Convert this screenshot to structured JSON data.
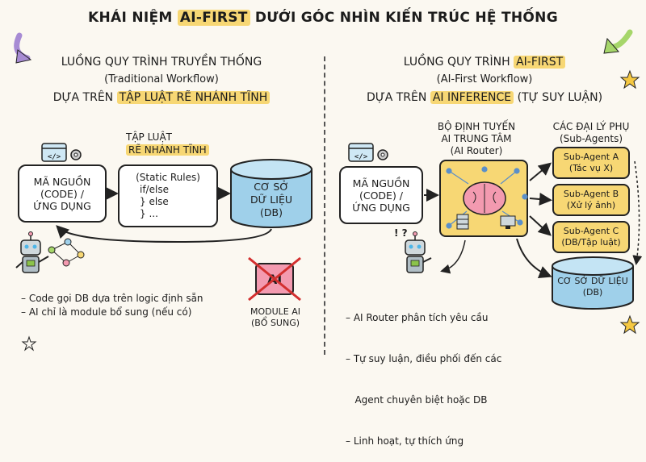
{
  "title": {
    "before": "KHÁI NIỆM ",
    "highlight": "AI-FIRST",
    "after": " DƯỚI GÓC NHÌN KIẾN TRÚC HỆ THỐNG"
  },
  "left": {
    "heading1": "LUỒNG QUY TRÌNH TRUYỀN THỐNG",
    "heading2": "(Traditional Workflow)",
    "heading3_before": "DỰA TRÊN ",
    "heading3_highlight": "TẬP LUẬT RẼ NHÁNH TĨNH",
    "code_box": [
      "MÃ NGUỒN",
      "(CODE) /",
      "ỨNG DỤNG"
    ],
    "rules_label_1": "TẬP LUẬT",
    "rules_label_2": "RẼ NHÁNH TĨNH",
    "rules_box": [
      "(Static Rules)",
      "if/else",
      "} else",
      "} ..."
    ],
    "db_box": [
      "CƠ SỞ",
      "DỮ LIỆU",
      "(DB)"
    ],
    "ai_module_icon": "AI",
    "ai_module_label": [
      "MODULE AI",
      "(BỔ SUNG)"
    ],
    "bullets": [
      "– Code gọi DB dựa trên logic định sẵn",
      "– AI chỉ là module bổ sung (nếu có)"
    ]
  },
  "right": {
    "heading1_before": "LUỒNG QUY TRÌNH ",
    "heading1_highlight": "AI-FIRST",
    "heading2": "(AI-First Workflow)",
    "heading3_before": "DỰA TRÊN ",
    "heading3_highlight": "AI INFERENCE",
    "heading3_after": " (TỰ SUY LUẬN)",
    "code_box": [
      "MÃ NGUỒN",
      "(CODE) /",
      "ỨNG DỤNG"
    ],
    "router_label": [
      "BỘ ĐỊNH TUYẾN",
      "AI TRUNG TÂM",
      "(AI Router)"
    ],
    "agents_label": [
      "CÁC ĐẠI LÝ PHỤ",
      "(Sub-Agents)"
    ],
    "agents": [
      {
        "name": "Sub-Agent A",
        "task": "(Tác vụ X)"
      },
      {
        "name": "Sub-Agent B",
        "task": "(Xử lý ảnh)"
      },
      {
        "name": "Sub-Agent C",
        "task": "(DB/Tập luật)"
      }
    ],
    "db_box": [
      "CƠ SỞ DỮ LIỆU",
      "(DB)"
    ],
    "robot_marks": "! ?",
    "bullets": [
      "– AI Router phân tích yêu cầu",
      "– Tự suy luận, điều phối đến các",
      "   Agent chuyên biệt hoặc DB",
      "– Linh hoạt, tự thích ứng"
    ]
  },
  "colors": {
    "highlight": "#f7d774",
    "db": "#9fd0ea",
    "router": "#f7d774",
    "brain": "#f39ab0",
    "purple_arrow": "#a78bd4",
    "green_arrow": "#a6d66a",
    "star": "#f5c842"
  },
  "icons": [
    "code-window-icon",
    "gear-icon",
    "robot-icon",
    "network-icon",
    "brain-icon",
    "server-icon",
    "star-icon",
    "curved-arrow-icon"
  ]
}
